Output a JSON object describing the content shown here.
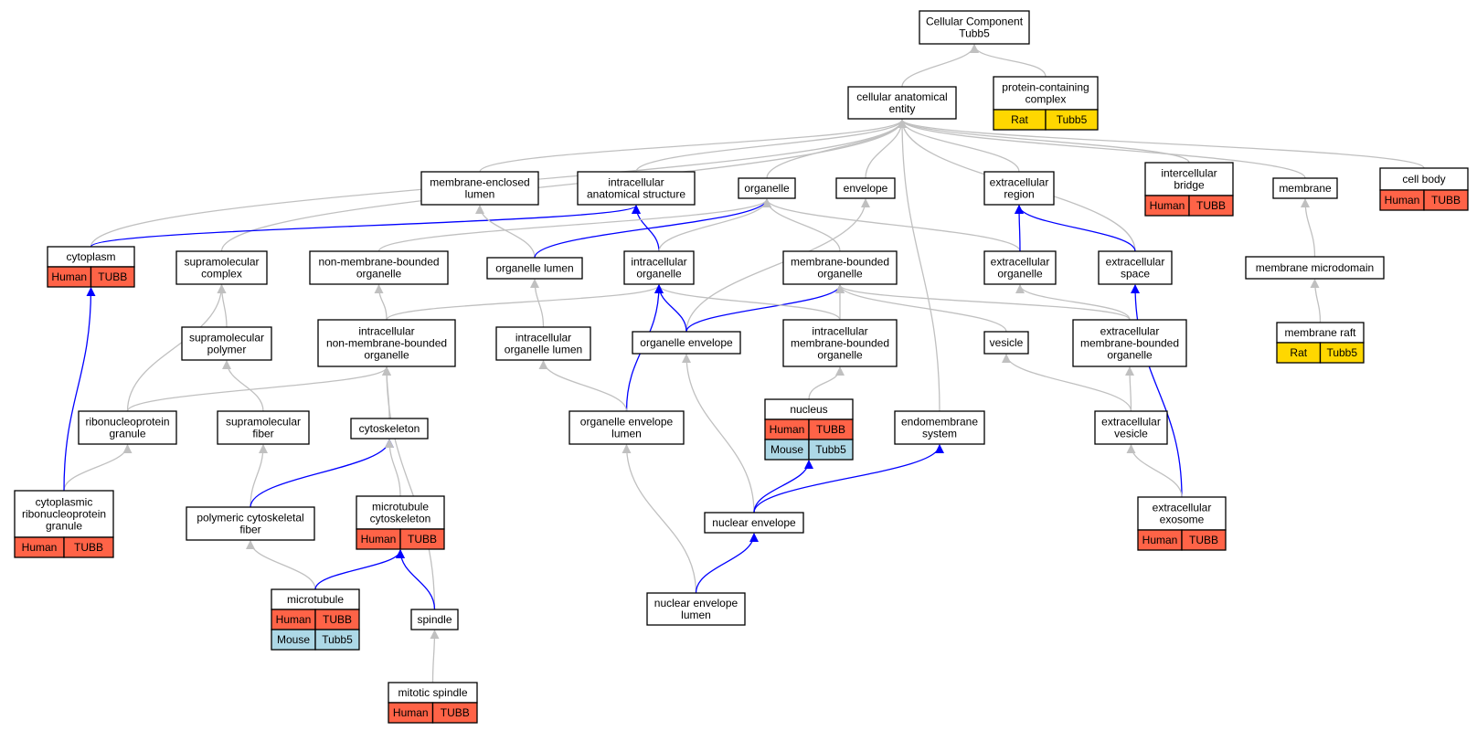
{
  "diagram": {
    "colors": {
      "edge_gray": "#c0c0c0",
      "edge_blue": "#0000ff",
      "human": "#ff6347",
      "mouse": "#add8e6",
      "rat": "#ffd700"
    },
    "nodes": [
      {
        "id": "cc",
        "lines": [
          "Cellular Component",
          "Tubb5"
        ],
        "rows": []
      },
      {
        "id": "cae",
        "lines": [
          "cellular anatomical",
          "entity"
        ],
        "rows": []
      },
      {
        "id": "pcc",
        "lines": [
          "protein-containing",
          "complex"
        ],
        "rows": [
          {
            "species": "Rat",
            "gene": "Tubb5",
            "color": "rat"
          }
        ]
      },
      {
        "id": "mel",
        "lines": [
          "membrane-enclosed",
          "lumen"
        ],
        "rows": []
      },
      {
        "id": "ias",
        "lines": [
          "intracellular",
          "anatomical structure"
        ],
        "rows": []
      },
      {
        "id": "organelle",
        "lines": [
          "organelle"
        ],
        "rows": []
      },
      {
        "id": "envelope",
        "lines": [
          "envelope"
        ],
        "rows": []
      },
      {
        "id": "ecr",
        "lines": [
          "extracellular",
          "region"
        ],
        "rows": []
      },
      {
        "id": "ib",
        "lines": [
          "intercellular",
          "bridge"
        ],
        "rows": [
          {
            "species": "Human",
            "gene": "TUBB",
            "color": "human"
          }
        ]
      },
      {
        "id": "membrane",
        "lines": [
          "membrane"
        ],
        "rows": []
      },
      {
        "id": "cellbody",
        "lines": [
          "cell body"
        ],
        "rows": [
          {
            "species": "Human",
            "gene": "TUBB",
            "color": "human"
          }
        ]
      },
      {
        "id": "cytoplasm",
        "lines": [
          "cytoplasm"
        ],
        "rows": [
          {
            "species": "Human",
            "gene": "TUBB",
            "color": "human"
          }
        ]
      },
      {
        "id": "smc",
        "lines": [
          "supramolecular",
          "complex"
        ],
        "rows": []
      },
      {
        "id": "nmbo",
        "lines": [
          "non-membrane-bounded",
          "organelle"
        ],
        "rows": []
      },
      {
        "id": "orglumen",
        "lines": [
          "organelle lumen"
        ],
        "rows": []
      },
      {
        "id": "intorg",
        "lines": [
          "intracellular",
          "organelle"
        ],
        "rows": []
      },
      {
        "id": "mbo",
        "lines": [
          "membrane-bounded",
          "organelle"
        ],
        "rows": []
      },
      {
        "id": "ecorg",
        "lines": [
          "extracellular",
          "organelle"
        ],
        "rows": []
      },
      {
        "id": "ecspace",
        "lines": [
          "extracellular",
          "space"
        ],
        "rows": []
      },
      {
        "id": "mmd",
        "lines": [
          "membrane microdomain"
        ],
        "rows": []
      },
      {
        "id": "smp",
        "lines": [
          "supramolecular",
          "polymer"
        ],
        "rows": []
      },
      {
        "id": "inmbo",
        "lines": [
          "intracellular",
          "non-membrane-bounded",
          "organelle"
        ],
        "rows": []
      },
      {
        "id": "iol",
        "lines": [
          "intracellular",
          "organelle lumen"
        ],
        "rows": []
      },
      {
        "id": "orgenv",
        "lines": [
          "organelle envelope"
        ],
        "rows": []
      },
      {
        "id": "imbo",
        "lines": [
          "intracellular",
          "membrane-bounded",
          "organelle"
        ],
        "rows": []
      },
      {
        "id": "vesicle",
        "lines": [
          "vesicle"
        ],
        "rows": []
      },
      {
        "id": "ecmbo",
        "lines": [
          "extracellular",
          "membrane-bounded",
          "organelle"
        ],
        "rows": []
      },
      {
        "id": "mraft",
        "lines": [
          "membrane raft"
        ],
        "rows": [
          {
            "species": "Rat",
            "gene": "Tubb5",
            "color": "rat"
          }
        ]
      },
      {
        "id": "rnpg",
        "lines": [
          "ribonucleoprotein",
          "granule"
        ],
        "rows": []
      },
      {
        "id": "smf",
        "lines": [
          "supramolecular",
          "fiber"
        ],
        "rows": []
      },
      {
        "id": "cytoskeleton",
        "lines": [
          "cytoskeleton"
        ],
        "rows": []
      },
      {
        "id": "oel",
        "lines": [
          "organelle envelope",
          "lumen"
        ],
        "rows": []
      },
      {
        "id": "nucleus",
        "lines": [
          "nucleus"
        ],
        "rows": [
          {
            "species": "Human",
            "gene": "TUBB",
            "color": "human"
          },
          {
            "species": "Mouse",
            "gene": "Tubb5",
            "color": "mouse"
          }
        ]
      },
      {
        "id": "ems",
        "lines": [
          "endomembrane",
          "system"
        ],
        "rows": []
      },
      {
        "id": "ecv",
        "lines": [
          "extracellular",
          "vesicle"
        ],
        "rows": []
      },
      {
        "id": "crnpg",
        "lines": [
          "cytoplasmic",
          "ribonucleoprotein",
          "granule"
        ],
        "rows": [
          {
            "species": "Human",
            "gene": "TUBB",
            "color": "human"
          }
        ]
      },
      {
        "id": "pcf",
        "lines": [
          "polymeric cytoskeletal",
          "fiber"
        ],
        "rows": []
      },
      {
        "id": "mtc",
        "lines": [
          "microtubule",
          "cytoskeleton"
        ],
        "rows": [
          {
            "species": "Human",
            "gene": "TUBB",
            "color": "human"
          }
        ]
      },
      {
        "id": "nenv",
        "lines": [
          "nuclear envelope"
        ],
        "rows": []
      },
      {
        "id": "ecexo",
        "lines": [
          "extracellular",
          "exosome"
        ],
        "rows": [
          {
            "species": "Human",
            "gene": "TUBB",
            "color": "human"
          }
        ]
      },
      {
        "id": "mt",
        "lines": [
          "microtubule"
        ],
        "rows": [
          {
            "species": "Human",
            "gene": "TUBB",
            "color": "human"
          },
          {
            "species": "Mouse",
            "gene": "Tubb5",
            "color": "mouse"
          }
        ]
      },
      {
        "id": "spindle",
        "lines": [
          "spindle"
        ],
        "rows": []
      },
      {
        "id": "nel",
        "lines": [
          "nuclear envelope",
          "lumen"
        ],
        "rows": []
      },
      {
        "id": "mspindle",
        "lines": [
          "mitotic spindle"
        ],
        "rows": [
          {
            "species": "Human",
            "gene": "TUBB",
            "color": "human"
          }
        ]
      }
    ],
    "edges": [
      {
        "from": "cae",
        "to": "cc",
        "color": "gray"
      },
      {
        "from": "pcc",
        "to": "cc",
        "color": "gray"
      },
      {
        "from": "mel",
        "to": "cae",
        "color": "gray"
      },
      {
        "from": "ias",
        "to": "cae",
        "color": "gray"
      },
      {
        "from": "organelle",
        "to": "cae",
        "color": "gray"
      },
      {
        "from": "envelope",
        "to": "cae",
        "color": "gray"
      },
      {
        "from": "ecr",
        "to": "cae",
        "color": "gray"
      },
      {
        "from": "ib",
        "to": "cae",
        "color": "gray"
      },
      {
        "from": "membrane",
        "to": "cae",
        "color": "gray"
      },
      {
        "from": "cellbody",
        "to": "cae",
        "color": "gray"
      },
      {
        "from": "cytoplasm",
        "to": "cae",
        "color": "gray"
      },
      {
        "from": "smc",
        "to": "cae",
        "color": "gray"
      },
      {
        "from": "ecspace",
        "to": "cae",
        "color": "gray"
      },
      {
        "from": "ems",
        "to": "cae",
        "color": "gray"
      },
      {
        "from": "cytoplasm",
        "to": "ias",
        "color": "blue"
      },
      {
        "from": "intorg",
        "to": "ias",
        "color": "blue"
      },
      {
        "from": "orglumen",
        "to": "mel",
        "color": "gray"
      },
      {
        "from": "orglumen",
        "to": "organelle",
        "color": "blue"
      },
      {
        "from": "intorg",
        "to": "organelle",
        "color": "gray"
      },
      {
        "from": "mbo",
        "to": "organelle",
        "color": "gray"
      },
      {
        "from": "nmbo",
        "to": "organelle",
        "color": "gray"
      },
      {
        "from": "ecorg",
        "to": "organelle",
        "color": "gray"
      },
      {
        "from": "orgenv",
        "to": "envelope",
        "color": "gray"
      },
      {
        "from": "ecorg",
        "to": "ecr",
        "color": "blue"
      },
      {
        "from": "ecspace",
        "to": "ecr",
        "color": "blue"
      },
      {
        "from": "mmd",
        "to": "membrane",
        "color": "gray"
      },
      {
        "from": "mraft",
        "to": "mmd",
        "color": "gray"
      },
      {
        "from": "smp",
        "to": "smc",
        "color": "gray"
      },
      {
        "from": "rnpg",
        "to": "smc",
        "color": "gray"
      },
      {
        "from": "smf",
        "to": "smp",
        "color": "gray"
      },
      {
        "from": "inmbo",
        "to": "nmbo",
        "color": "gray"
      },
      {
        "from": "inmbo",
        "to": "intorg",
        "color": "gray"
      },
      {
        "from": "iol",
        "to": "orglumen",
        "color": "gray"
      },
      {
        "from": "orgenv",
        "to": "intorg",
        "color": "blue"
      },
      {
        "from": "orgenv",
        "to": "mbo",
        "color": "blue"
      },
      {
        "from": "imbo",
        "to": "intorg",
        "color": "gray"
      },
      {
        "from": "imbo",
        "to": "mbo",
        "color": "gray"
      },
      {
        "from": "vesicle",
        "to": "mbo",
        "color": "gray"
      },
      {
        "from": "ecmbo",
        "to": "mbo",
        "color": "gray"
      },
      {
        "from": "ecmbo",
        "to": "ecorg",
        "color": "gray"
      },
      {
        "from": "ecexo",
        "to": "ecspace",
        "color": "blue"
      },
      {
        "from": "ecv",
        "to": "vesicle",
        "color": "gray"
      },
      {
        "from": "ecv",
        "to": "ecmbo",
        "color": "gray"
      },
      {
        "from": "ecexo",
        "to": "ecv",
        "color": "gray"
      },
      {
        "from": "oel",
        "to": "intorg",
        "color": "blue"
      },
      {
        "from": "oel",
        "to": "iol",
        "color": "gray"
      },
      {
        "from": "nucleus",
        "to": "imbo",
        "color": "gray"
      },
      {
        "from": "rnpg",
        "to": "inmbo",
        "color": "gray"
      },
      {
        "from": "cytoskeleton",
        "to": "inmbo",
        "color": "gray"
      },
      {
        "from": "spindle",
        "to": "inmbo",
        "color": "gray"
      },
      {
        "from": "crnpg",
        "to": "rnpg",
        "color": "gray"
      },
      {
        "from": "crnpg",
        "to": "cytoplasm",
        "color": "blue"
      },
      {
        "from": "pcf",
        "to": "smf",
        "color": "gray"
      },
      {
        "from": "pcf",
        "to": "cytoskeleton",
        "color": "blue"
      },
      {
        "from": "mtc",
        "to": "cytoskeleton",
        "color": "gray"
      },
      {
        "from": "mt",
        "to": "pcf",
        "color": "gray"
      },
      {
        "from": "mt",
        "to": "mtc",
        "color": "blue"
      },
      {
        "from": "spindle",
        "to": "mtc",
        "color": "blue"
      },
      {
        "from": "mspindle",
        "to": "spindle",
        "color": "gray"
      },
      {
        "from": "nenv",
        "to": "orgenv",
        "color": "gray"
      },
      {
        "from": "nenv",
        "to": "nucleus",
        "color": "blue"
      },
      {
        "from": "nenv",
        "to": "ems",
        "color": "blue"
      },
      {
        "from": "nel",
        "to": "oel",
        "color": "gray"
      },
      {
        "from": "nel",
        "to": "nenv",
        "color": "blue"
      }
    ]
  }
}
